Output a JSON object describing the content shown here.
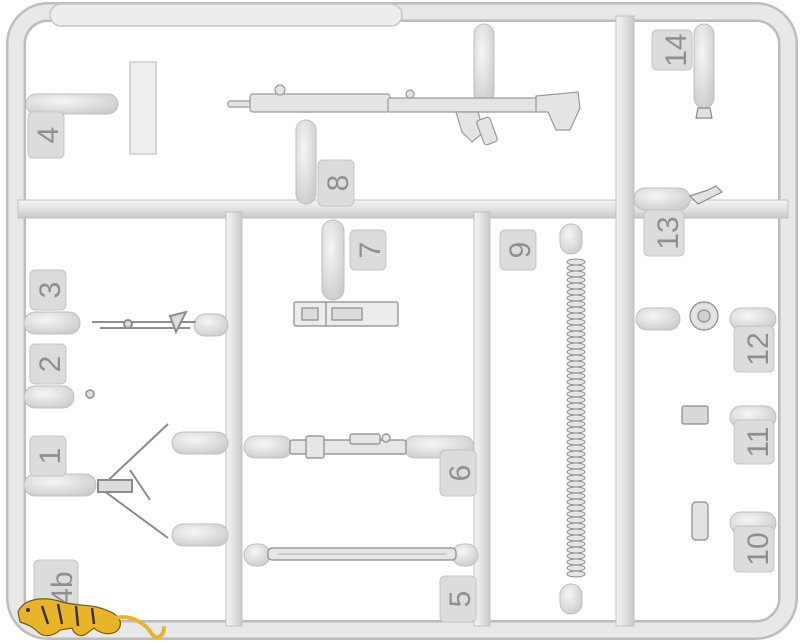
{
  "sprue": {
    "part_numbers": {
      "p1": "1",
      "p2": "2",
      "p3": "3",
      "p4": "4",
      "p4b": "4b",
      "p5": "5",
      "p6": "6",
      "p7": "7",
      "p8": "8",
      "p9": "9",
      "p10": "10",
      "p11": "11",
      "p12": "12",
      "p13": "13",
      "p14": "14"
    },
    "colors": {
      "plastic": "#e6e6e6",
      "plastic_edge": "#bdbdbd",
      "number": "#8f8f8f",
      "background": "#ffffff",
      "logo_gold": "#e8b52a"
    },
    "logo": {
      "icon": "tiger-logo-icon"
    }
  }
}
